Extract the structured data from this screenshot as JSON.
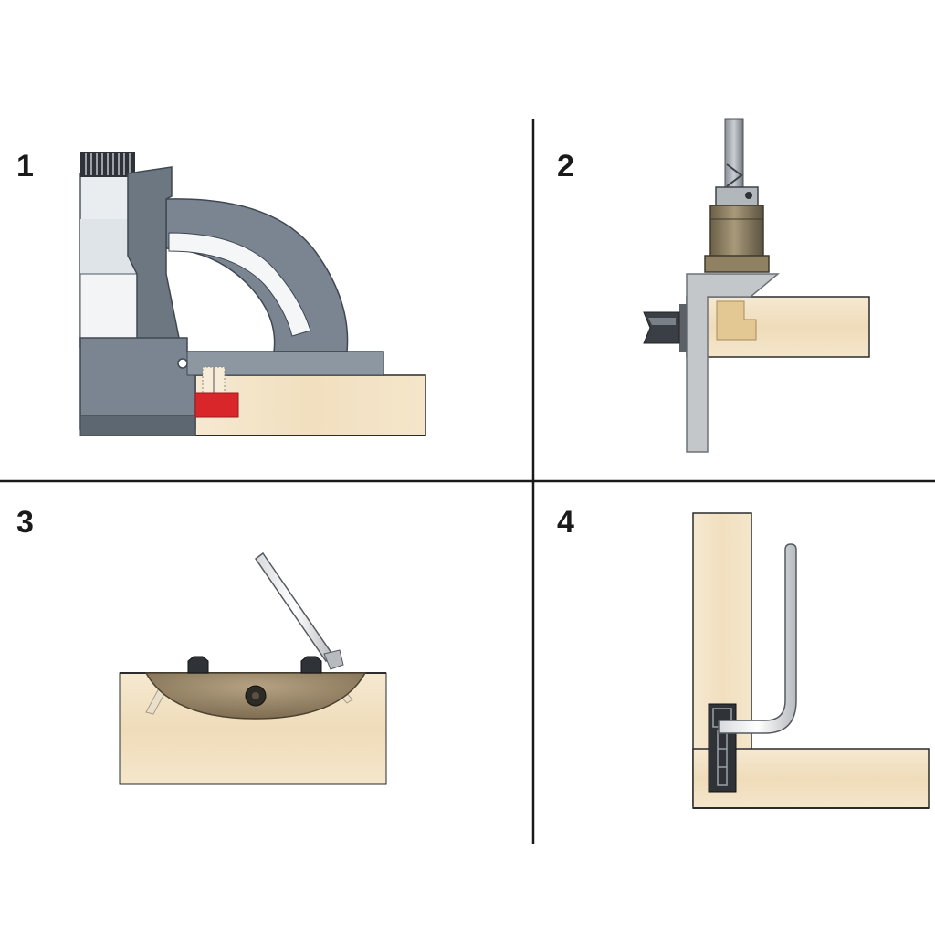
{
  "panels": [
    {
      "number": "1",
      "subject": "biscuit-joiner-cutting-slot"
    },
    {
      "number": "2",
      "subject": "drill-bit-with-fence-on-board-edge"
    },
    {
      "number": "3",
      "subject": "hex-key-tightening-connector-in-slot"
    },
    {
      "number": "4",
      "subject": "hex-key-locking-corner-joint"
    }
  ],
  "colors": {
    "wood": "#f3e3c6",
    "wood_grain": "#e6cfa8",
    "tool_gray": "#7a8591",
    "tool_gray_dark": "#4f5963",
    "tool_gray_light": "#aab3bc",
    "tool_white": "#e9edf0",
    "biscuit_red": "#d9262b",
    "brass": "#8f8162",
    "brass_dark": "#5c5340",
    "connector_tan": "#9b8769",
    "metal": "#c4c7ca",
    "divider": "#1a1a1a"
  }
}
